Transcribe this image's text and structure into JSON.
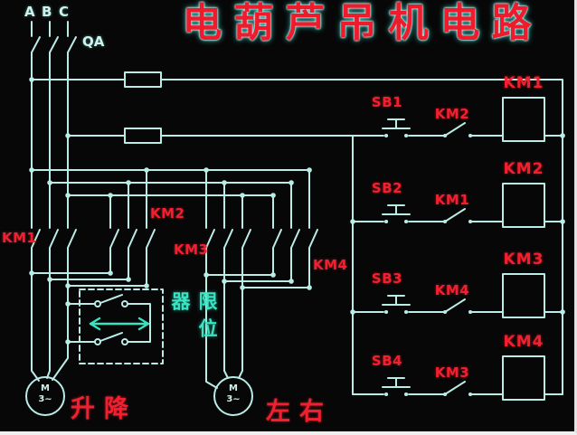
{
  "title": "电葫芦吊机电路",
  "power": {
    "phase_a": "A",
    "phase_b": "B",
    "phase_c": "C",
    "breaker": "QA",
    "km1": "KM1",
    "km2": "KM2",
    "km3": "KM3",
    "km4": "KM4",
    "limit": "限位器",
    "motor_m": "M",
    "motor_3ph": "3~",
    "hoist_caption": "升降",
    "travel_caption": "左右"
  },
  "control": {
    "rungs": [
      {
        "button": "SB1",
        "interlock": "KM2",
        "coil": "KM1"
      },
      {
        "button": "SB2",
        "interlock": "KM1",
        "coil": "KM2"
      },
      {
        "button": "SB3",
        "interlock": "KM4",
        "coil": "KM3"
      },
      {
        "button": "SB4",
        "interlock": "KM3",
        "coil": "KM4"
      }
    ]
  },
  "colors": {
    "wire": "#b9ece6",
    "label_red": "#f2202f",
    "limit_green": "#38e3c2",
    "background": "#070707"
  }
}
